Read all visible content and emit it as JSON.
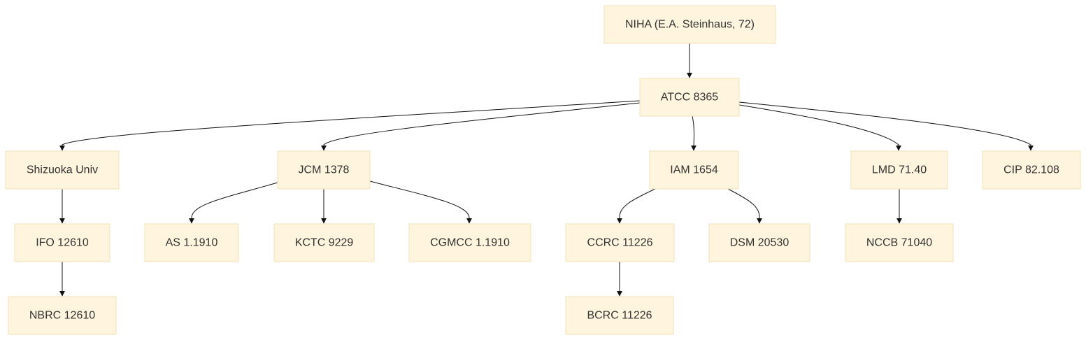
{
  "nodes": [
    {
      "id": "niha",
      "label": "NIHA (E.A. Steinhaus, 72)"
    },
    {
      "id": "atcc",
      "label": "ATCC 8365"
    },
    {
      "id": "shizuoka",
      "label": "Shizuoka Univ"
    },
    {
      "id": "jcm",
      "label": "JCM 1378"
    },
    {
      "id": "iam",
      "label": "IAM 1654"
    },
    {
      "id": "lmd",
      "label": "LMD 71.40"
    },
    {
      "id": "cip",
      "label": "CIP 82.108"
    },
    {
      "id": "ifo",
      "label": "IFO 12610"
    },
    {
      "id": "as",
      "label": "AS 1.1910"
    },
    {
      "id": "kctc",
      "label": "KCTC 9229"
    },
    {
      "id": "cgmcc",
      "label": "CGMCC 1.1910"
    },
    {
      "id": "ccrc",
      "label": "CCRC 11226"
    },
    {
      "id": "dsm",
      "label": "DSM 20530"
    },
    {
      "id": "nccb",
      "label": "NCCB 71040"
    },
    {
      "id": "nbrc",
      "label": "NBRC 12610"
    },
    {
      "id": "bcrc",
      "label": "BCRC 11226"
    }
  ],
  "edges": [
    {
      "from": "niha",
      "to": "atcc"
    },
    {
      "from": "atcc",
      "to": "shizuoka"
    },
    {
      "from": "atcc",
      "to": "jcm"
    },
    {
      "from": "atcc",
      "to": "iam"
    },
    {
      "from": "atcc",
      "to": "lmd"
    },
    {
      "from": "atcc",
      "to": "cip"
    },
    {
      "from": "shizuoka",
      "to": "ifo"
    },
    {
      "from": "ifo",
      "to": "nbrc"
    },
    {
      "from": "jcm",
      "to": "as"
    },
    {
      "from": "jcm",
      "to": "kctc"
    },
    {
      "from": "jcm",
      "to": "cgmcc"
    },
    {
      "from": "iam",
      "to": "ccrc"
    },
    {
      "from": "iam",
      "to": "dsm"
    },
    {
      "from": "ccrc",
      "to": "bcrc"
    },
    {
      "from": "lmd",
      "to": "nccb"
    }
  ],
  "colors": {
    "node_fill": "#fff4dd",
    "node_stroke": "#f0e2b6",
    "edge": "#111111",
    "text": "#333333"
  }
}
